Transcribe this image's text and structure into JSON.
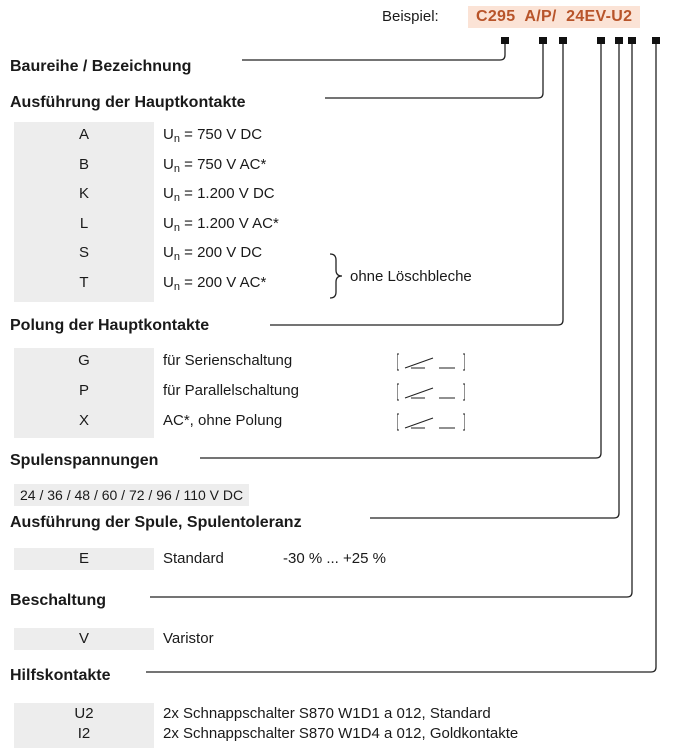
{
  "example": {
    "label": "Beispiel:",
    "code": "C295  A/P/  24EV-U2"
  },
  "sections": {
    "baureihe": "Baureihe / Bezeichnung",
    "ausfuehrung": "Ausführung der Hauptkontakte",
    "polung": "Polung der Hauptkontakte",
    "spulen": "Spulenspannungen",
    "spule_art": "Ausführung der Spule, Spulentoleranz",
    "beschaltung": "Beschaltung",
    "hilfs": "Hilfskontakte"
  },
  "main_contacts": [
    {
      "code": "A",
      "sym": "U",
      "sub": "n",
      "value": " = 750 V DC"
    },
    {
      "code": "B",
      "sym": "U",
      "sub": "n",
      "value": " = 750 V AC*"
    },
    {
      "code": "K",
      "sym": "U",
      "sub": "n",
      "value": " = 1.200 V DC"
    },
    {
      "code": "L",
      "sym": "U",
      "sub": "n",
      "value": " = 1.200 V AC*"
    },
    {
      "code": "S",
      "sym": "U",
      "sub": "n",
      "value": " = 200 V DC"
    },
    {
      "code": "T",
      "sym": "U",
      "sub": "n",
      "value": " = 200 V AC*"
    }
  ],
  "brace_note": "ohne Löschbleche",
  "polarity": [
    {
      "code": "G",
      "desc": "für Serienschaltung"
    },
    {
      "code": "P",
      "desc": "für Parallelschaltung"
    },
    {
      "code": "X",
      "desc": "AC*, ohne Polung"
    }
  ],
  "voltages": "24 / 36 / 48 / 60 / 72 / 96 / 110 V DC",
  "coil": {
    "code": "E",
    "desc": "Standard",
    "tol": "-30 % ... +25 %"
  },
  "circuit": {
    "code": "V",
    "desc": "Varistor"
  },
  "aux": [
    {
      "code": "U2",
      "desc": "2x Schnappschalter S870 W1D1 a 012, Standard"
    },
    {
      "code": "I2",
      "desc": "2x Schnappschalter S870 W1D4 a 012, Goldkontakte"
    }
  ]
}
